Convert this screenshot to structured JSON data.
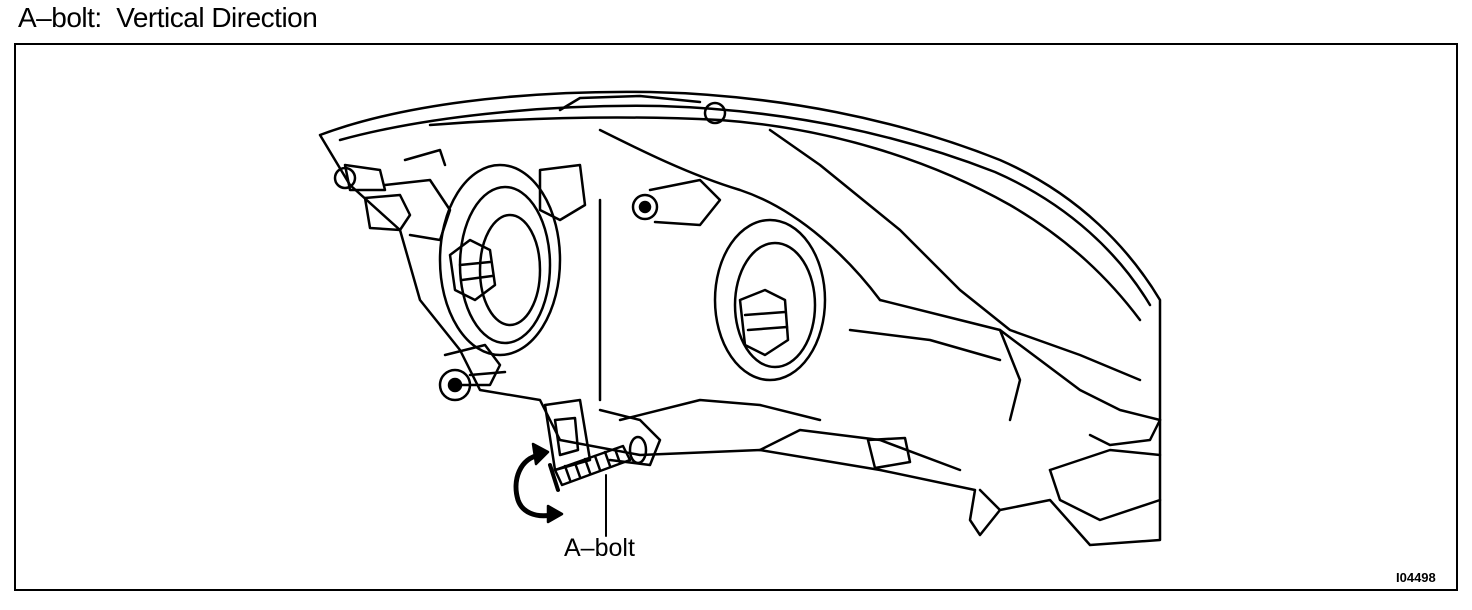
{
  "title": "A–bolt:  Vertical Direction",
  "callout_label": "A–bolt",
  "figure_id": "I04498",
  "icons": {
    "headlamp": "headlamp-assembly-illustration",
    "bolt": "adjusting-bolt",
    "rotation": "rotation-arrows-icon"
  }
}
